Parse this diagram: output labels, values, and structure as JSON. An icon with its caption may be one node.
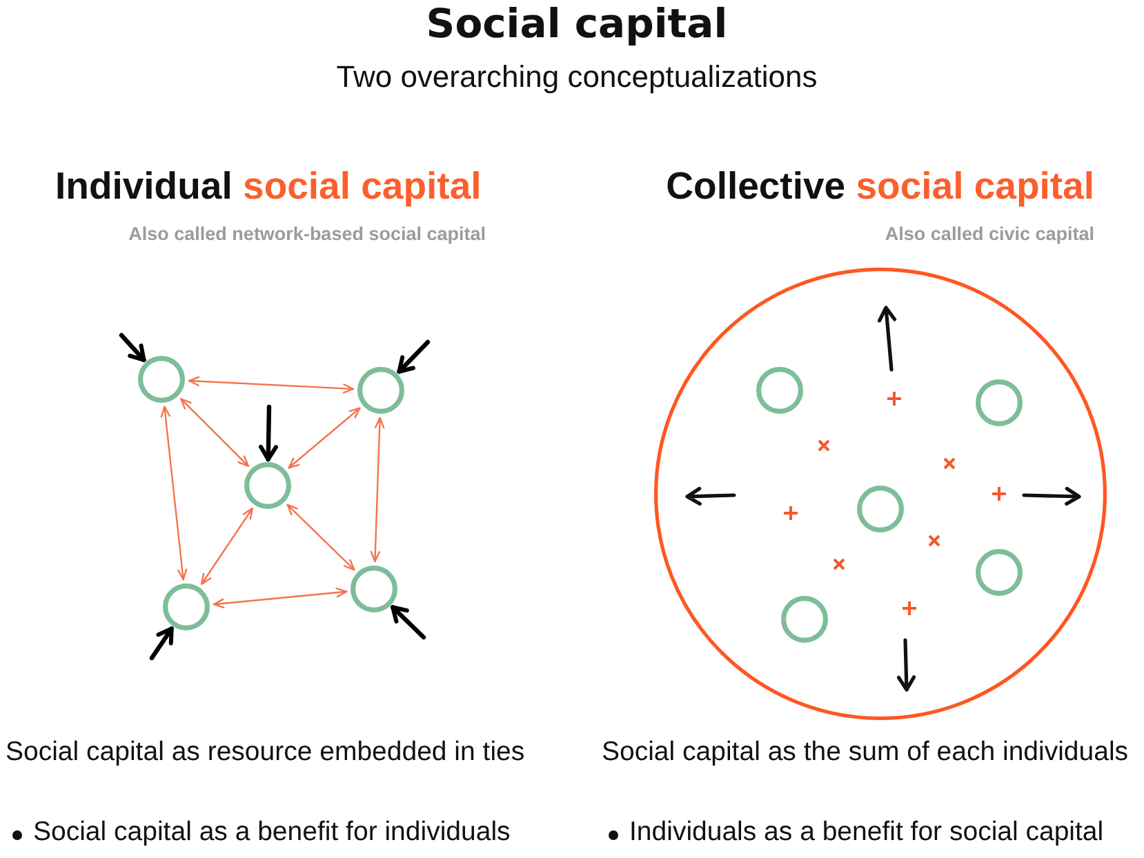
{
  "diagram": {
    "title": "Social capital",
    "nodes": [
      {
        "text": [],
        "shape": "circle"
      },
      {
        "text": [],
        "shape": "circle"
      },
      {
        "text": [],
        "shape": "circle"
      },
      {
        "text": [],
        "shape": "circle"
      },
      {
        "text": [],
        "shape": "circle"
      },
      {
        "text": [],
        "shape": "circle"
      },
      {
        "text": [],
        "shape": "circle",
        "in": 5
      },
      {
        "text": [],
        "shape": "circle",
        "in": 5
      },
      {
        "text": [],
        "shape": "circle",
        "in": 5
      },
      {
        "text": [],
        "shape": "circle",
        "in": 5
      },
      {
        "text": [],
        "shape": "circle",
        "in": 5
      }
    ],
    "edges": [
      {
        "from": 0,
        "to": 1,
        "arrow": "both"
      },
      {
        "from": 0,
        "to": 2,
        "arrow": "both"
      },
      {
        "from": 1,
        "to": 2,
        "arrow": "both"
      },
      {
        "from": 0,
        "to": 3,
        "arrow": "both"
      },
      {
        "from": 1,
        "to": 4,
        "arrow": "both"
      },
      {
        "from": 3,
        "to": 2,
        "arrow": "both"
      },
      {
        "from": 2,
        "to": 4,
        "arrow": "both"
      },
      {
        "from": 3,
        "to": 4,
        "arrow": "both"
      },
      {
        "from": null,
        "to": 0,
        "arrow": "to",
        "style": "thick",
        "color": "#000000"
      },
      {
        "from": null,
        "to": 1,
        "arrow": "to",
        "style": "thick",
        "color": "#000000"
      },
      {
        "from": null,
        "to": 2,
        "arrow": "to",
        "style": "thick",
        "color": "#000000"
      },
      {
        "from": null,
        "to": 3,
        "arrow": "to",
        "style": "thick",
        "color": "#000000"
      },
      {
        "from": null,
        "to": 4,
        "arrow": "to",
        "style": "thick",
        "color": "#000000"
      }
    ],
    "labels": [
      "Two overarching conceptualizations",
      "Individual",
      "social capital",
      "Collective",
      "social capital",
      "Also called network-based social capital",
      "Also called civic capital",
      "Social capital as resource embedded in ties",
      "Social capital as the sum of each individuals",
      "Social capital as a benefit for individuals",
      "Individuals as a benefit for social capital"
    ]
  }
}
